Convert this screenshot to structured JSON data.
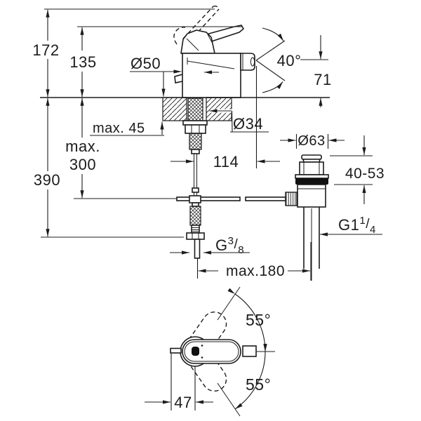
{
  "side_view": {
    "dim_total_height": "172",
    "dim_body_height": "135",
    "dim_base_diameter": "Ø50",
    "dim_spray_angle": "40°",
    "dim_spout_height": "71",
    "dim_max_deck_thickness": "max. 45",
    "dim_hole_diameter": "Ø34",
    "dim_max_rod_depth_word": "max.",
    "dim_max_rod_depth_value": "300",
    "dim_total_depth": "390",
    "dim_spout_reach": "114"
  },
  "drain_view": {
    "dim_flange_diameter": "Ø63",
    "dim_clamping_range": "40-53",
    "thread_drain": {
      "base": "G1",
      "sup": "1",
      "slash": "/",
      "sub": "4"
    },
    "thread_supply": {
      "base": "G",
      "sup": "3",
      "slash": "/",
      "sub": "8"
    },
    "dim_max_distance": "max.180"
  },
  "top_view": {
    "dim_swivel_angle_upper": "55°",
    "dim_swivel_angle_lower": "55°",
    "dim_outlet_offset": "47"
  },
  "colors": {
    "line": "#1c1c1c",
    "background": "#ffffff",
    "gasket_fill": "#111111"
  }
}
